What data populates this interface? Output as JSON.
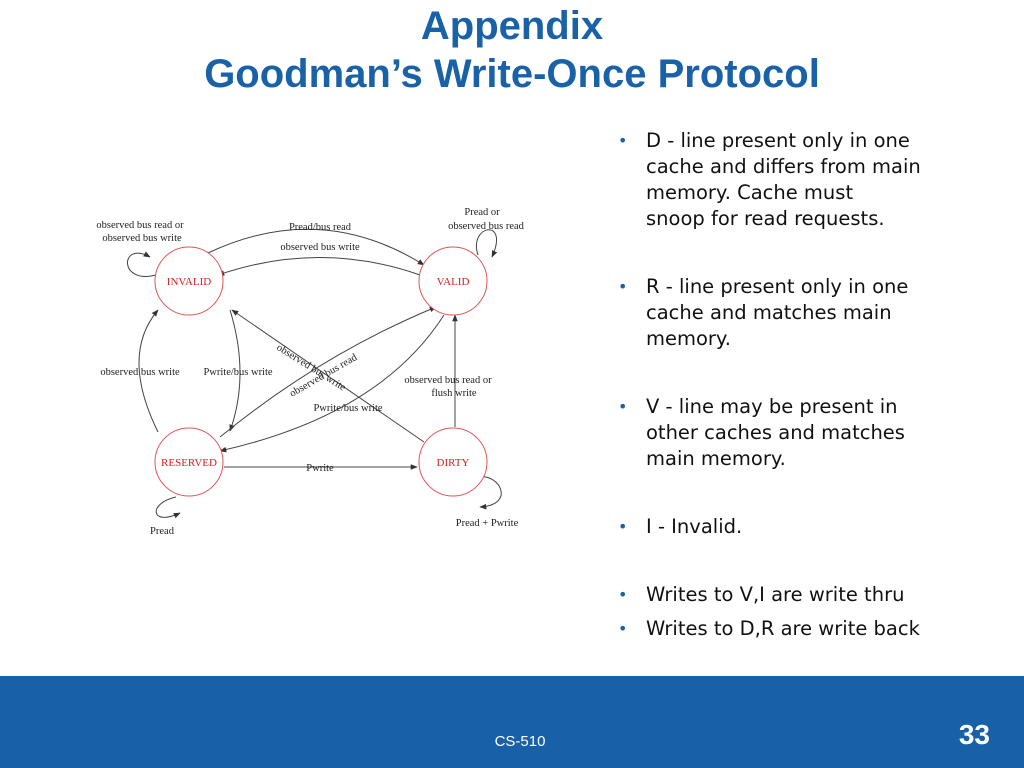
{
  "slide": {
    "title_line1": "Appendix",
    "title_line2": "Goodman’s Write-Once Protocol",
    "course": "CS-510",
    "page_number": "33",
    "title_color": "#1a62a8",
    "footer_color": "#1860a8"
  },
  "diagram": {
    "states": {
      "invalid": "INVALID",
      "valid": "VALID",
      "reserved": "RESERVED",
      "dirty": "DIRTY"
    },
    "transitions": {
      "invalid_self_1": "observed bus read or",
      "invalid_self_2": "observed bus write",
      "valid_self_1": "Pread or",
      "valid_self_2": "observed bus read",
      "invalid_to_valid": "Pread/bus read",
      "valid_to_invalid": "observed bus write",
      "reserved_to_invalid": "observed bus write",
      "invalid_to_reserved": "Pwrite/bus write",
      "dirty_to_invalid": "observed bus write",
      "reserved_to_valid": "observed bus read",
      "valid_to_reserved": "Pwrite/bus write",
      "dirty_to_valid_1": "observed bus read or",
      "dirty_to_valid_2": "flush write",
      "reserved_to_dirty": "Pwrite",
      "reserved_self": "Pread",
      "dirty_self": "Pread + Pwrite"
    }
  },
  "bullets": [
    {
      "line1": "D - line present only in one",
      "line2": "cache and differs from main",
      "line3": "memory.  Cache must",
      "line4": "snoop for read requests."
    },
    {
      "line1": "R - line present only in one",
      "line2": "cache and matches main",
      "line3": "memory."
    },
    {
      "line1": "V - line may be present in",
      "line2": "other caches and matches",
      "line3": "main memory."
    },
    {
      "line1": "I - Invalid."
    },
    {
      "line1": "Writes to V,I are write thru"
    },
    {
      "line1": "Writes to D,R are write back"
    }
  ]
}
